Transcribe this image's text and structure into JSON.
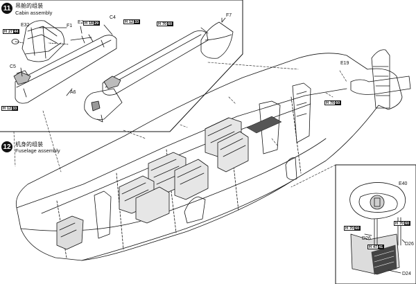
{
  "steps": [
    {
      "number": "11",
      "title_cn": "吊舱的组装",
      "title_en": "Cabin assembly"
    },
    {
      "number": "12",
      "title_cn": "机身的组装",
      "title_en": "Fuselage assembly"
    }
  ],
  "parts": {
    "e32": "E32",
    "f1": "F1",
    "e2": "E2",
    "c4": "C4",
    "f7": "F7",
    "c5": "C5",
    "a6": "A6",
    "e19": "E19",
    "e40": "E40",
    "d26a": "D26",
    "d26b": "D26",
    "d24": "D24"
  },
  "paint_codes": {
    "p1": {
      "prefix": "H",
      "number": "27",
      "code": "44"
    },
    "p2": {
      "prefix": "H",
      "number": "18",
      "code": "29"
    },
    "p3": {
      "prefix": "H",
      "number": "12",
      "code": "33"
    },
    "p4": {
      "prefix": "H",
      "number": "70",
      "code": "60"
    },
    "p5": {
      "prefix": "H",
      "number": "12",
      "code": "33"
    },
    "p6": {
      "prefix": "H",
      "number": "70",
      "code": "60"
    },
    "p7": {
      "prefix": "H",
      "number": "70",
      "code": "60"
    },
    "p8": {
      "prefix": "H",
      "number": "70",
      "code": "60"
    },
    "p9": {
      "prefix": "H",
      "number": "47",
      "code": "41"
    }
  }
}
